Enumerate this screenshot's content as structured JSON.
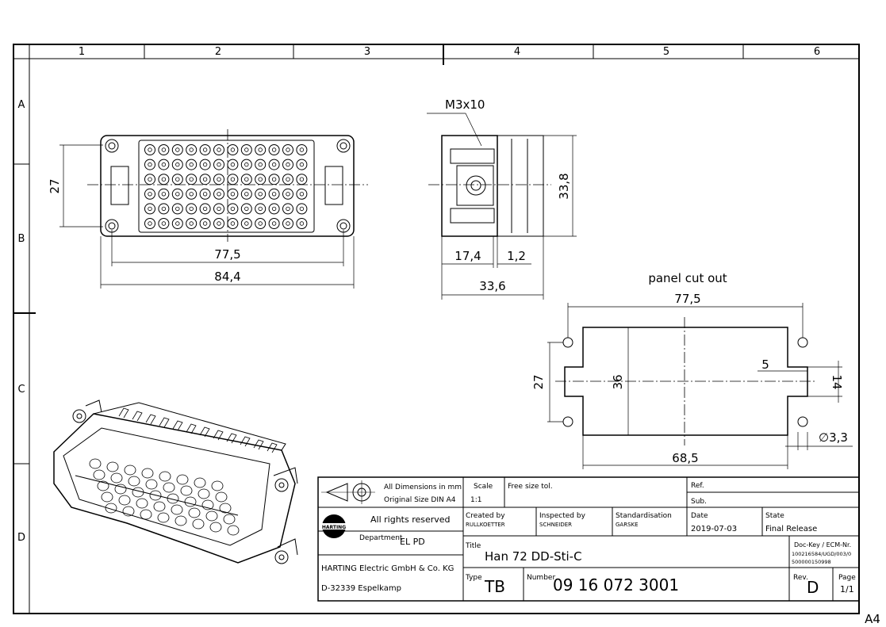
{
  "frame": {
    "columns": [
      "1",
      "2",
      "3",
      "4",
      "5",
      "6"
    ],
    "rows": [
      "A",
      "B",
      "C",
      "D"
    ],
    "sheet_format": "A4"
  },
  "front_view": {
    "dims": {
      "height": "27",
      "inner_width": "77,5",
      "outer_width": "84,4"
    }
  },
  "side_view": {
    "screw_label": "M3x10",
    "dims": {
      "height": "33,8",
      "left": "17,4",
      "flange": "1,2",
      "total": "33,6"
    }
  },
  "panel_cutout": {
    "title": "panel cut out",
    "dims": {
      "hole_spacing": "77,5",
      "left_height": "27",
      "inner_height": "36",
      "notch": "5",
      "notch_height": "14",
      "hole_diameter": "∅3,3",
      "width": "68,5"
    }
  },
  "title_block": {
    "dimensions_note_1": "All Dimensions in mm",
    "dimensions_note_2": "Original Size DIN A4",
    "scale_label": "Scale",
    "scale_value": "1:1",
    "tolerance": "Free size tol.",
    "ref_label": "Ref.",
    "sub_label": "Sub.",
    "rights": "All rights reserved",
    "logo_text": "HARTING",
    "department_label": "Department",
    "department_value": "EL PD",
    "created_label": "Created by",
    "created_value": "RULLKOETTER",
    "inspected_label": "Inspected by",
    "inspected_value": "SCHNEIDER",
    "standard_label": "Standardisation",
    "standard_value": "GARSKE",
    "date_label": "Date",
    "date_value": "2019-07-03",
    "state_label": "State",
    "state_value": "Final Release",
    "title_label": "Title",
    "title_value": "Han 72 DD-Sti-C",
    "dockey_label": "Doc-Key / ECM-Nr.",
    "dockey_line1": "100216584/UGD/003/0",
    "dockey_line2": "500000150998",
    "company": "HARTING Electric GmbH & Co. KG",
    "address": "D-32339 Espelkamp",
    "type_label": "Type",
    "type_value": "TB",
    "number_label": "Number",
    "number_value": "09 16 072 3001",
    "rev_label": "Rev.",
    "rev_value": "D",
    "page_label": "Page",
    "page_value": "1/1"
  }
}
